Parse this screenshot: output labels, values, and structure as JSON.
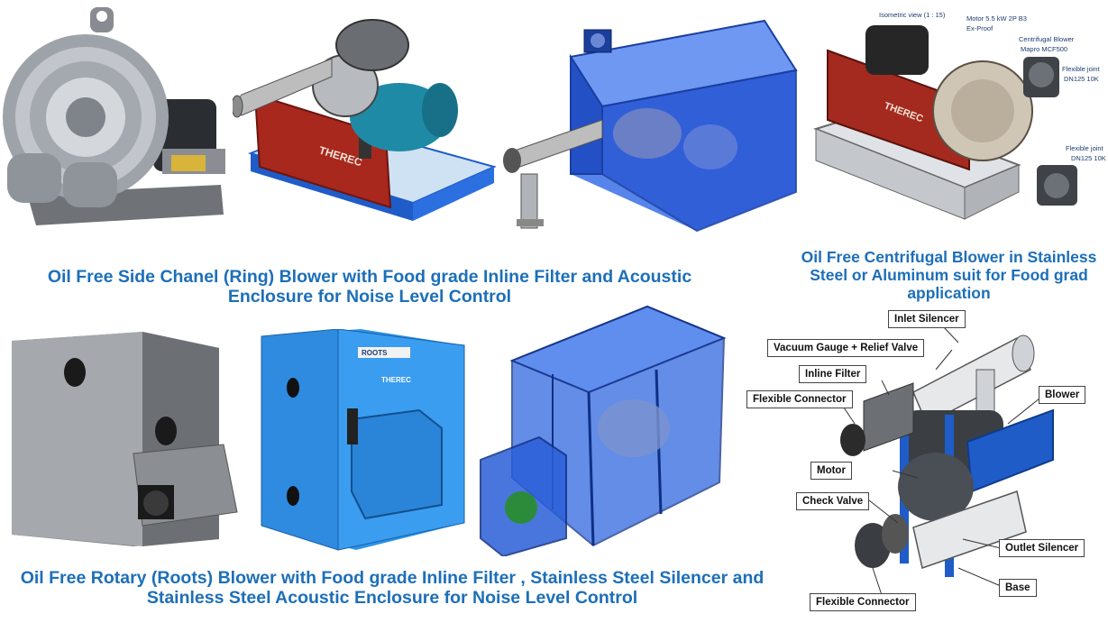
{
  "captions": {
    "side_channel": "Oil Free Side Chanel (Ring) Blower with Food grade Inline Filter and Acoustic Enclosure for Noise Level Control",
    "centrifugal": "Oil Free Centrifugal  Blower in Stainless Steel or Aluminum suit for Food grad application",
    "roots": "Oil Free Rotary (Roots) Blower with Food grade Inline Filter , Stainless Steel  Silencer and Stainless Steel Acoustic Enclosure for Noise Level Control"
  },
  "centrifugal_drawing": {
    "iso_view": "Isometric view (1 : 15)",
    "motor": "Motor 5.5 kW 2P B3",
    "motor_2": "Ex-Proof",
    "blower": "Centrifugal Blower",
    "blower_2": "Mapro MCF500",
    "joint_top": "Flexible joint",
    "joint_top_2": "DN125 10K",
    "joint_bottom": "Flexible joint",
    "joint_bottom_2": "DN125 10K",
    "brand": "THEREC"
  },
  "roots_diagram": {
    "inlet_silencer": "Inlet Silencer",
    "vacuum_gauge": "Vacuum Gauge + Relief Valve",
    "inline_filter": "Inline Filter",
    "flexible_connector_top": "Flexible Connector",
    "blower": "Blower",
    "motor": "Motor",
    "check_valve": "Check Valve",
    "outlet_silencer": "Outlet Silencer",
    "base": "Base",
    "flexible_connector_bottom": "Flexible Connector"
  },
  "enclosure_labels": {
    "roots_badge": "ROOTS",
    "therec_badge": "THEREC",
    "therec_enclosure": "THEREC"
  },
  "colors": {
    "caption_blue": "#1d6fb8",
    "enclosure_blue": "#1e5ee0",
    "panel_red": "#a8281e",
    "motor_teal": "#1f8aa6"
  }
}
